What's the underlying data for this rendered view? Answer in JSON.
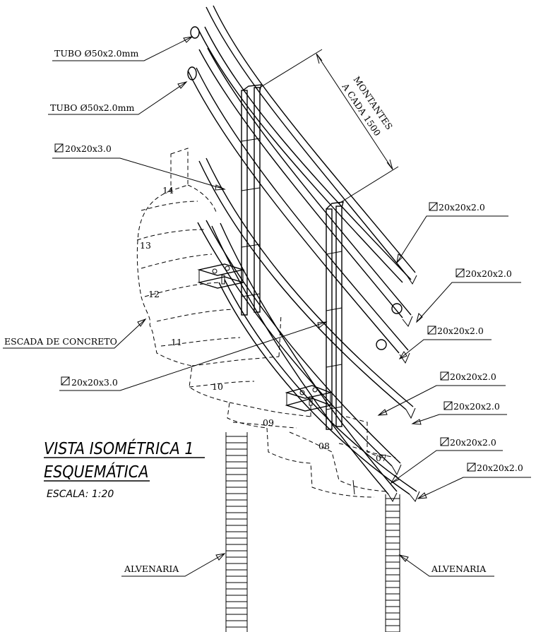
{
  "title": {
    "line1": "VISTA ISOMÉTRICA 1",
    "line2": "ESQUEMÁTICA",
    "scale": "ESCALA:  1:20"
  },
  "labels": {
    "tubo_top": "TUBO Ø50x2.0mm",
    "tubo_mid": "TUBO Ø50x2.0mm",
    "bar_20x3_top": "20x20x3.0",
    "bar_20x3_bottom": "20x20x3.0",
    "montantes_1": "MONTANTES",
    "montantes_2": "A CADA 1500",
    "escada": "ESCADA DE CONCRETO",
    "alvenaria_left": "ALVENARIA",
    "alvenaria_right": "ALVENARIA",
    "r1": "20x20x2.0",
    "r2": "20x20x2.0",
    "r3": "20x20x2.0",
    "r4": "20x20x2.0",
    "r5": "20x20x2.0",
    "r6": "20x20x2.0",
    "r7": "20x20x2.0"
  },
  "steps": [
    "14",
    "13",
    "12",
    "11",
    "10",
    "09",
    "08",
    "07"
  ]
}
